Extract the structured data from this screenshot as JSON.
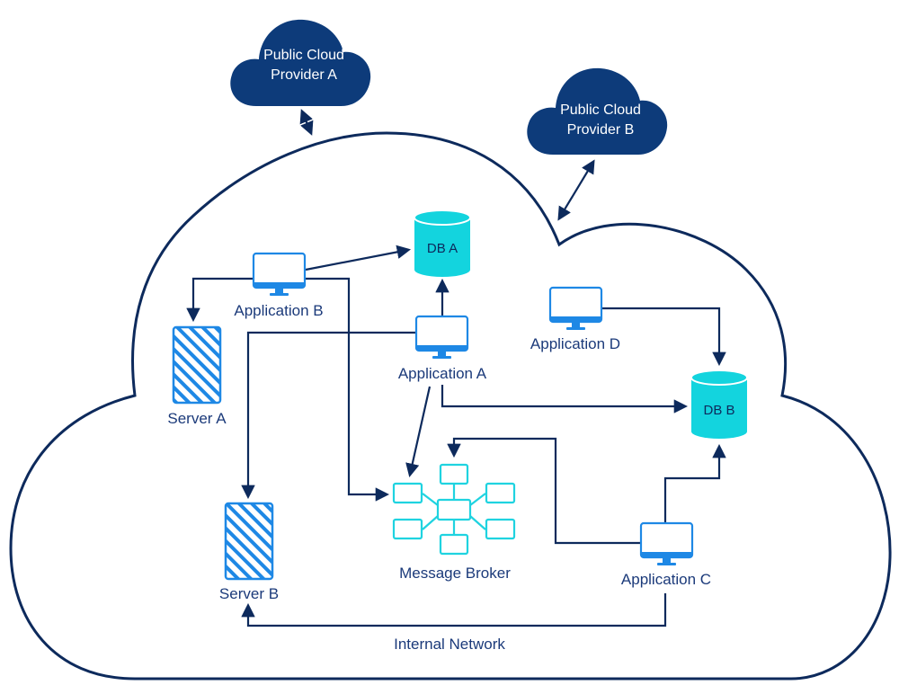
{
  "colors": {
    "outline": "#0d2a5c",
    "cloud_fill": "#0d3b7a",
    "monitor": "#1e88e5",
    "db": "#13d4de",
    "broker": "#1fd3e0",
    "server": "#1e88e5"
  },
  "clouds": {
    "provider_a": {
      "line1": "Public Cloud",
      "line2": "Provider A"
    },
    "provider_b": {
      "line1": "Public Cloud",
      "line2": "Provider B"
    }
  },
  "nodes": {
    "app_a": "Application A",
    "app_b": "Application B",
    "app_c": "Application C",
    "app_d": "Application D",
    "server_a": "Server A",
    "server_b": "Server B",
    "db_a": "DB A",
    "db_b": "DB B",
    "broker": "Message Broker"
  },
  "network_label": "Internal Network"
}
